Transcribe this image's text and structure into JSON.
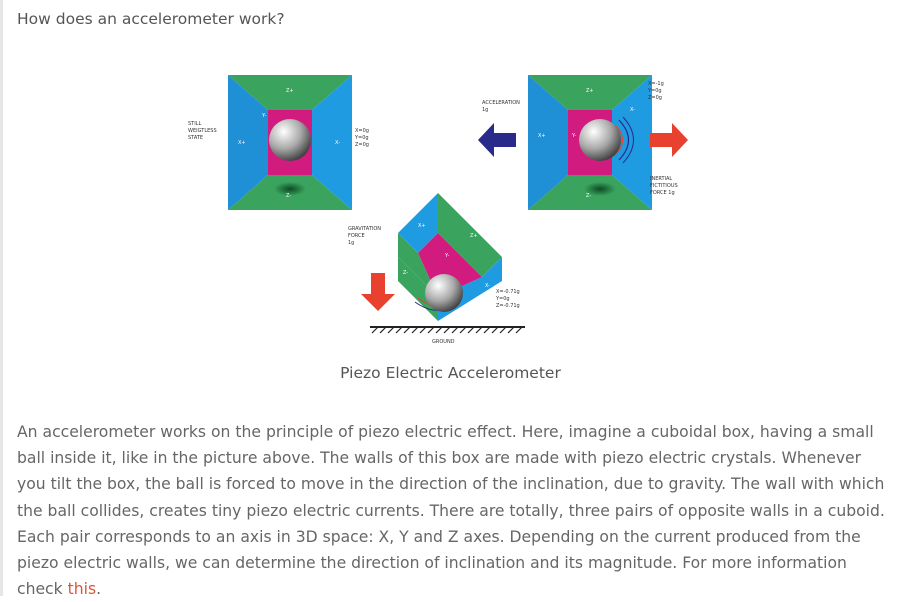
{
  "heading": "How does an accelerometer work?",
  "figure": {
    "caption": "Piezo Electric Accelerometer",
    "box1": {
      "state_label": [
        "STILL",
        "WEIGTLESS",
        "STATE"
      ],
      "readings": [
        "X=0g",
        "Y=0g",
        "Z=0g"
      ],
      "faces": {
        "top": "Z+",
        "bottom": "Z-",
        "left": "X+",
        "right": "X-",
        "back": "Y-"
      }
    },
    "box2": {
      "accel_label": [
        "ACCELERATION",
        "1g"
      ],
      "readings": [
        "X=-1g",
        "Y=0g",
        "Z=0g"
      ],
      "inertial_label": [
        "INERTIAL",
        "FICTITIOUS",
        "FORCE 1g"
      ],
      "faces": {
        "top": "Z+",
        "bottom": "Z-",
        "left": "X+",
        "right": "X-",
        "back": "Y-"
      }
    },
    "box3": {
      "gravity_label": [
        "GRAVITATION",
        "FORCE",
        "1g"
      ],
      "readings": [
        "X=-0.71g",
        "Y=0g",
        "Z=-0.71g"
      ],
      "ground_label": "GROUND",
      "faces": {
        "top_left": "X+",
        "top_right": "Z+",
        "bottom_left": "Z-",
        "bottom_right": "X-",
        "back": "Y-"
      }
    },
    "colors": {
      "top": "#3aa35d",
      "side": "#1f8fd6",
      "back": "#d11b7f",
      "left_arrow": "#2a2a8a",
      "red_arrow": "#e8412f"
    }
  },
  "paragraph": {
    "text": "An accelerometer works on the principle of piezo electric effect. Here, imagine a cuboidal box, having a small ball inside it, like in the picture above. The walls of this box are made with piezo electric crystals. Whenever you tilt the box, the ball is forced to move in the direction of the inclination, due to gravity. The wall with which the ball collides, creates tiny piezo electric currents. There are totally, three pairs of opposite walls in a cuboid. Each pair corresponds to an axis in 3D space: X, Y and Z axes. Depending on the current produced from the piezo electric walls, we can determine the direction of inclination and its magnitude. For more information check ",
    "link_text": "this",
    "end": "."
  }
}
